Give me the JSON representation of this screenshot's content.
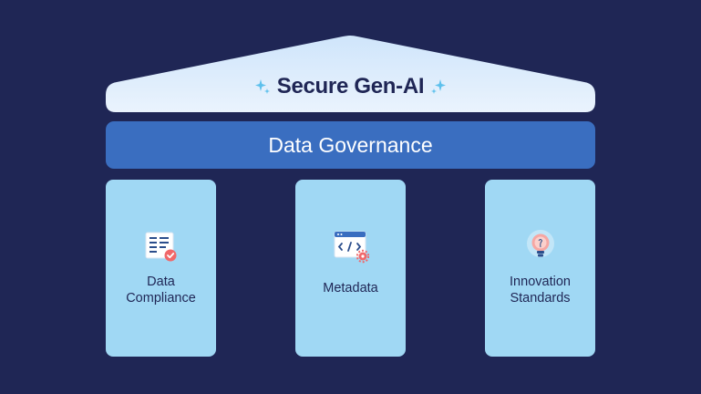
{
  "roof": {
    "title": "Secure Gen-AI",
    "icons": [
      "sparkle-icon",
      "sparkle-icon"
    ]
  },
  "beam": {
    "title": "Data Governance"
  },
  "pillars": [
    {
      "label": "Data\nCompliance",
      "icon": "document-check-icon"
    },
    {
      "label": "Metadata",
      "icon": "code-window-icon"
    },
    {
      "label": "Innovation\nStandards",
      "icon": "lightbulb-icon"
    }
  ],
  "colors": {
    "background": "#1f2655",
    "roof": "#dcecfb",
    "beam": "#3a6ec0",
    "pillar": "#a0d8f4",
    "text_dark": "#1f2655"
  }
}
